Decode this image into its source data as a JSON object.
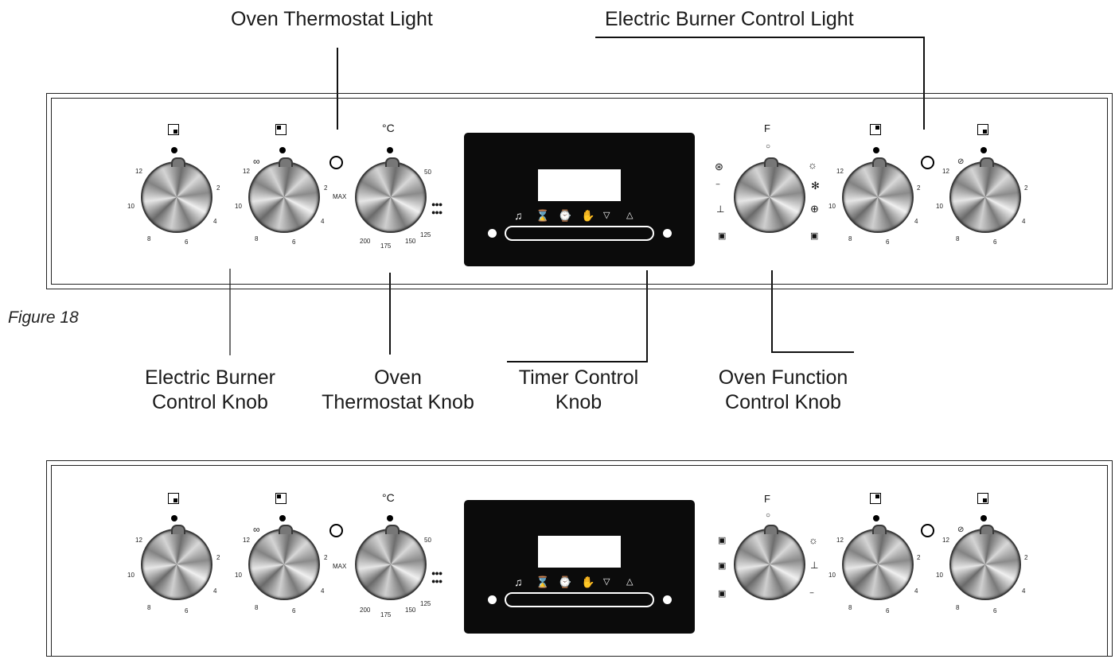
{
  "labels": {
    "oven_thermostat_light": "Oven Thermostat Light",
    "electric_burner_control_light": "Electric Burner Control Light",
    "figure": "Figure 18",
    "electric_burner_control_knob_1": "Electric Burner",
    "electric_burner_control_knob_2": "Control Knob",
    "oven_thermostat_knob_1": "Oven",
    "oven_thermostat_knob_2": "Thermostat Knob",
    "timer_control_knob_1": "Timer Control",
    "timer_control_knob_2": "Knob",
    "oven_function_control_knob_1": "Oven Function",
    "oven_function_control_knob_2": "Control Knob"
  },
  "dial_marks": {
    "burner": {
      "n12": "12",
      "n2": "2",
      "n10": "10",
      "n4": "4",
      "n8": "8",
      "n6": "6"
    },
    "thermostat": {
      "unit": "°C",
      "max": "MAX",
      "t50": "50",
      "t125": "125",
      "t150": "150",
      "t175": "175",
      "t200": "200"
    },
    "function": {
      "letter": "F"
    }
  }
}
